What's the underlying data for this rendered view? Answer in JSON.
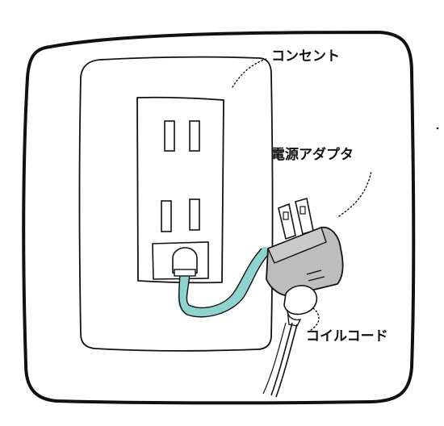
{
  "labels": {
    "outlet": "コンセント",
    "adapter": "電源アダプタ",
    "coil_cord": "コイルコード"
  },
  "colors": {
    "ink": "#111111",
    "cable_teal": "#8fd3cf",
    "adapter_gray": "#bdbdbd",
    "background": "#ffffff"
  }
}
